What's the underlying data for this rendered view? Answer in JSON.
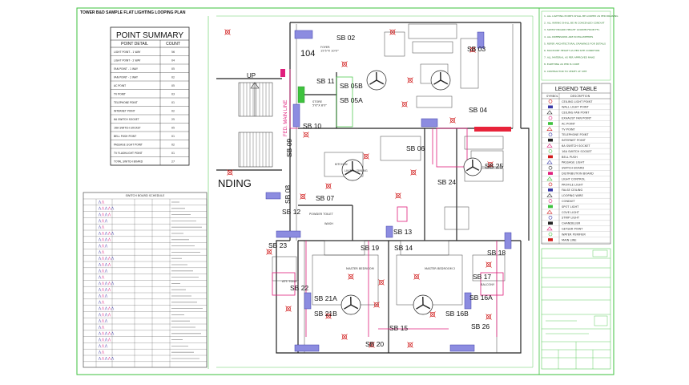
{
  "sheet": {
    "title": "TOWER B&D SAMPLE FLAT LIGHTING LOOPING PLAN"
  },
  "point_summary": {
    "title": "POINT SUMMARY",
    "col_detail": "POINT DETAIL",
    "col_count": "COUNT",
    "rows": [
      {
        "detail": "LIGHT POINT - 1 WAY",
        "count": "56"
      },
      {
        "detail": "LIGHT POINT - 2 WAY",
        "count": "04"
      },
      {
        "detail": "FAN POINT - 1 WAY",
        "count": "05"
      },
      {
        "detail": "FAN POINT - 2 WAY",
        "count": "02"
      },
      {
        "detail": "AC POINT",
        "count": "05"
      },
      {
        "detail": "TV POINT",
        "count": "03"
      },
      {
        "detail": "TELEPHONE POINT",
        "count": "01"
      },
      {
        "detail": "INTERNET POINT",
        "count": "02"
      },
      {
        "detail": "6A SWITCH SOCKET",
        "count": "25"
      },
      {
        "detail": "16A SWITCH SOCKET",
        "count": "05"
      },
      {
        "detail": "BELL PUSH POINT",
        "count": "01"
      },
      {
        "detail": "PASSAGE LIGHT POINT",
        "count": "02"
      },
      {
        "detail": "TV FLASHLIGHT POINT",
        "count": "01"
      },
      {
        "detail": "TOTAL SWITCH BOARD",
        "count": "27"
      }
    ]
  },
  "switch_schedule": {
    "title": "SWITCH BOARD SCHEDULE"
  },
  "plan": {
    "flat_no": "104",
    "up_label": "UP",
    "landing_label": "NDING",
    "main_line_label": "FED. MAIN LINE",
    "switch_boards": [
      "SB 02",
      "SB 03",
      "SB 11",
      "SB 05B",
      "SB 05A",
      "SB 04",
      "SB 10",
      "SB 09",
      "SB 06",
      "SB 25",
      "SB 24",
      "SB 08",
      "SB 07",
      "SB 12",
      "SB 13",
      "SB 23",
      "SB 19",
      "SB 14",
      "SB 18",
      "SB 17",
      "SB 22",
      "SB 21A",
      "SB 21B",
      "SB 16A",
      "SB 16B",
      "SB 26",
      "SB 15",
      "SB 20"
    ],
    "rooms": [
      {
        "name": "FOYER",
        "size": "15'5\"X 10'0\""
      },
      {
        "name": "STORE",
        "size": "5'6\"X 8'0\""
      },
      {
        "name": "KITCHEN",
        "size": ""
      },
      {
        "name": "LIVING / DINING",
        "size": ""
      },
      {
        "name": "WASH",
        "size": ""
      },
      {
        "name": "POWDER TOILET",
        "size": ""
      },
      {
        "name": "MASTER BEDROOM",
        "size": ""
      },
      {
        "name": "MASTER BEDROOM 2",
        "size": ""
      },
      {
        "name": "ATT. TOILET",
        "size": ""
      },
      {
        "name": "BALCONY",
        "size": ""
      }
    ]
  },
  "legend": {
    "title": "LEGEND TABLE",
    "col_symbol": "SYMBOL",
    "col_desc": "DESCRIPTION",
    "rows": [
      "CEILING LIGHT POINT",
      "WALL LIGHT POINT",
      "CEILING FAN POINT",
      "EXHAUST FAN POINT",
      "AC POINT",
      "TV POINT",
      "TELEPHONE POINT",
      "INTERNET POINT",
      "6A SWITCH SOCKET",
      "16A SWITCH SOCKET",
      "BELL PUSH",
      "PASSAGE LIGHT",
      "SWITCH BOARD",
      "DISTRIBUTION BOARD",
      "LIGHT CONTROL",
      "PROFILE LIGHT",
      "FALSE CEILING",
      "LOOPING WIRE",
      "CONDUIT",
      "SPOT LIGHT",
      "COVE LIGHT",
      "STRIP LIGHT",
      "CHANDELIER",
      "GEYSER POINT",
      "WATER PURIFIER",
      "MAIN LINE"
    ]
  },
  "notes": {
    "lines": [
      "1. ALL LIGHTING POINTS SHALL BE LOOPED AS PER DRAWING",
      "2. ALL WIRING SHALL BE IN CONCEALED CONDUIT",
      "3. SWITCH BOARD HEIGHT 1200MM FROM FFL",
      "4. ALL DIMENSIONS ARE IN MILLIMETRES",
      "5. REFER ARCHITECTURAL DRAWINGS FOR DETAILS",
      "6. FAN POINT HEIGHT AS PER SITE CONDITION",
      "7. ALL MATERIAL AS PER APPROVED MAKE",
      "8. EARTHING AS PER IS CODE",
      "9. CONTRACTOR TO VERIFY AT SITE"
    ]
  },
  "colors": {
    "border": "#3ec23e",
    "wall": "#222222",
    "wiring": "#e01f7c",
    "sb_fill": "#8c8ce0",
    "marker": "#d11b1b"
  }
}
